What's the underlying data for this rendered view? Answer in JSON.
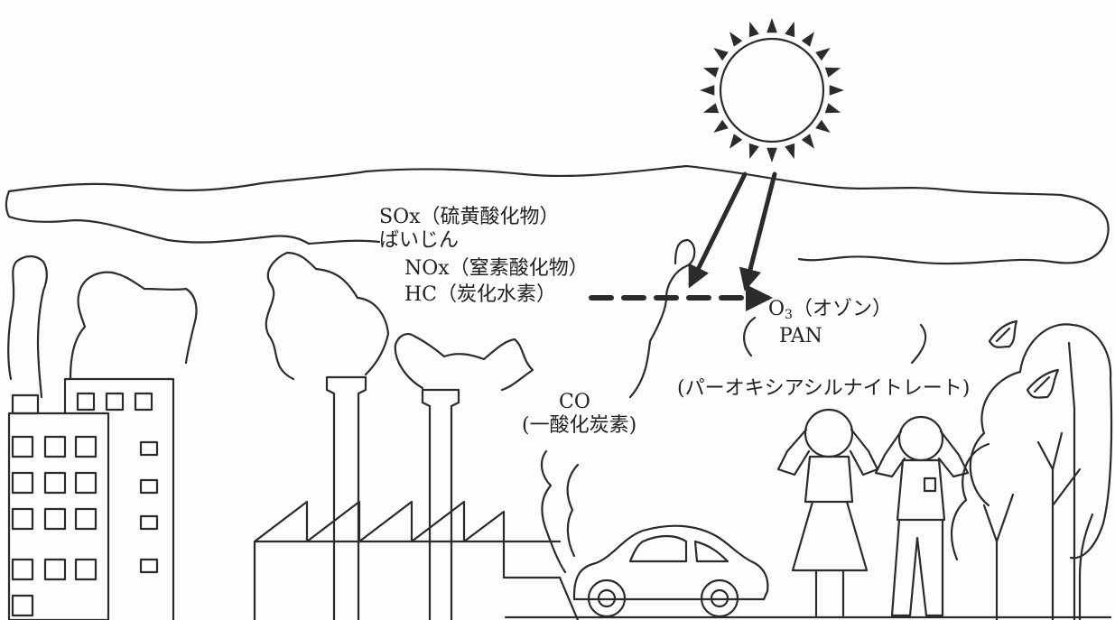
{
  "labels": {
    "sox": "SOx（硫黄酸化物）",
    "dust": "ばいじん",
    "nox": "NOx（窒素酸化物）",
    "hc": "HC（炭化水素）",
    "o3_main": "O",
    "o3_sub": "3",
    "o3_rest": "（オゾン）",
    "pan": "PAN",
    "pan_full": "(パーオキシアシルナイトレート)",
    "co": "CO",
    "co_full": "(一酸化炭素)"
  },
  "colors": {
    "line": "#2b2b2b",
    "background": "#fdfdfd"
  }
}
